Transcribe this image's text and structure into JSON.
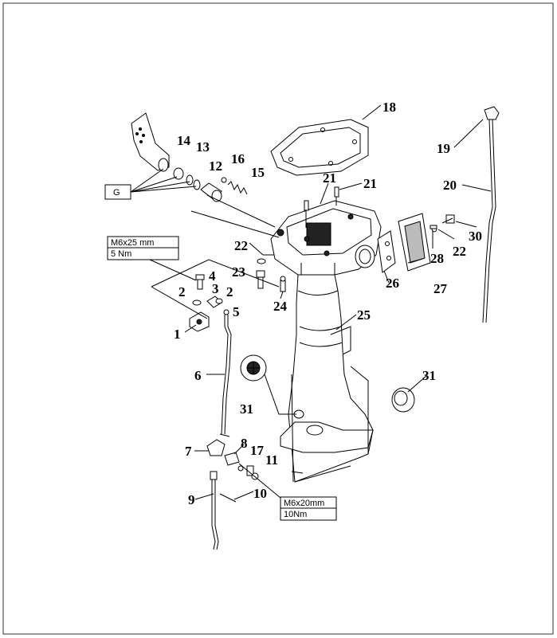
{
  "callouts": [
    "1",
    "2",
    "2",
    "3",
    "4",
    "5",
    "6",
    "7",
    "8",
    "9",
    "10",
    "11",
    "12",
    "13",
    "14",
    "15",
    "16",
    "17",
    "18",
    "19",
    "20",
    "21",
    "21",
    "22",
    "22",
    "23",
    "24",
    "25",
    "26",
    "27",
    "28",
    "30",
    "31",
    "31"
  ],
  "torque_specs": {
    "upper": {
      "size": "M6x25 mm",
      "torque": "5 Nm"
    },
    "lower": {
      "size": "M6x20mm",
      "torque": "10Nm"
    }
  },
  "grease_tag": "G"
}
